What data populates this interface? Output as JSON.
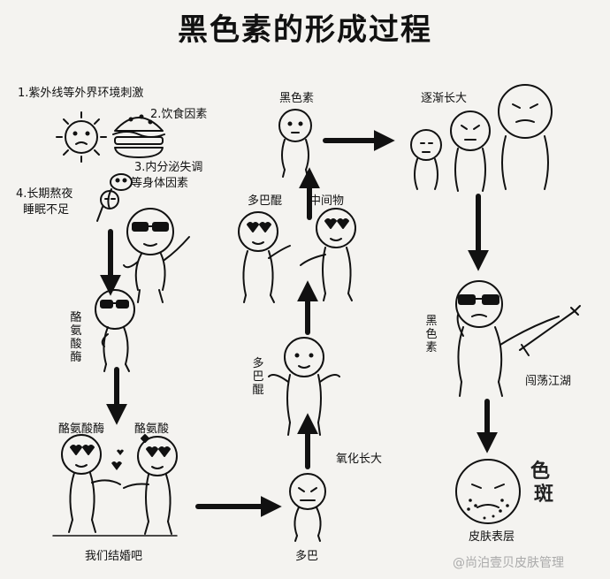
{
  "title": "黑色素的形成过程",
  "factors": {
    "uv": "1.紫外线等外界环境刺激",
    "diet": "2.饮食因素",
    "endocrine_1": "3.内分泌失调",
    "endocrine_2": "等身体因素",
    "stayup_1": "4.长期熬夜",
    "stayup_2": "睡眠不足"
  },
  "labels": {
    "tyrosinase_vertical": "酪氨酸酶",
    "tyrosinase": "酪氨酸酶",
    "tyrosine": "酪氨酸",
    "marry": "我们结婚吧",
    "dopa": "多巴",
    "oxidize": "氧化长大",
    "dopaquinone_vertical": "多巴醌",
    "dopaquinone": "多巴醌",
    "intermediate": "中间物",
    "melanin": "黑色素",
    "grow": "逐渐长大",
    "melanin_vertical": "黑色素",
    "wander": "闯荡江湖",
    "skin": "皮肤表层",
    "spot_1": "色",
    "spot_2": "斑"
  },
  "watermark": "@尚泊壹贝皮肤管理"
}
